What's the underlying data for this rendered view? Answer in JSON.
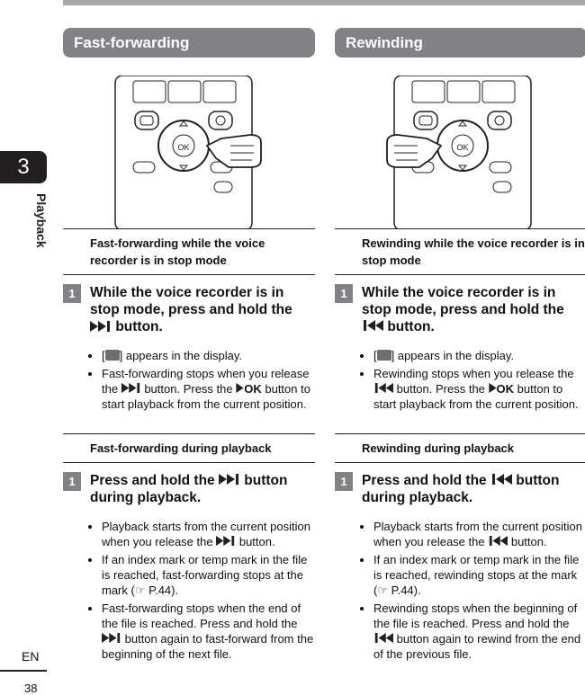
{
  "chapter": {
    "number": "3",
    "label": "Playback"
  },
  "footer": {
    "lang": "EN",
    "page": "38"
  },
  "left": {
    "header": "Fast-forwarding",
    "sub1": "Fast-forwarding while the voice recorder is in stop mode",
    "step1": {
      "num": "1",
      "pre": "While the voice recorder is in stop mode, press and hold the",
      "post": "button."
    },
    "b1_a_pre": "[",
    "b1_a_post": "] appears in the display.",
    "b1_b_1": "Fast-forwarding stops when you release the",
    "b1_b_2": "button. Press the",
    "b1_b_ok": "OK",
    "b1_b_3": "button to start playback from the current position.",
    "sub2": "Fast-forwarding during playback",
    "step2": {
      "num": "1",
      "pre": "Press and hold the",
      "post": "button during playback."
    },
    "b2_a_1": "Playback starts from the current position when you release the",
    "b2_a_2": "button.",
    "b2_b": "If an index mark or temp mark in the file is reached, fast-forwarding stops at the mark (☞ P.44).",
    "b2_c_1": "Fast-forwarding stops when the end of the file is reached. Press and hold the",
    "b2_c_2": "button again to fast-forward from the beginning of the next file."
  },
  "right": {
    "header": "Rewinding",
    "sub1": "Rewinding while the voice recorder is in stop mode",
    "step1": {
      "num": "1",
      "pre": "While the voice recorder is in stop mode, press and hold the",
      "post": "button."
    },
    "b1_a_pre": "[",
    "b1_a_post": "] appears in the display.",
    "b1_b_1": "Rewinding stops when you release the",
    "b1_b_2": "button. Press the",
    "b1_b_ok": "OK",
    "b1_b_3": "button to start playback from the current position.",
    "sub2": "Rewinding during playback",
    "step2": {
      "num": "1",
      "pre": "Press and hold the",
      "post": "button during playback."
    },
    "b2_a_1": "Playback starts from the current position when you release the",
    "b2_a_2": "button.",
    "b2_b": "If an index mark or temp mark in the file is reached, rewinding stops at the mark (☞ P.44).",
    "b2_c_1": "Rewinding stops when the beginning of the file is reached. Press and hold the",
    "b2_c_2": "button again to rewind from the end of the previous file."
  },
  "device": {
    "ok_label": "OK"
  },
  "icons": {
    "ffwd": "fast-forward-icon",
    "rew": "rewind-icon",
    "play": "play-icon"
  },
  "colors": {
    "accent_gray": "#808285",
    "dark": "#231f20"
  }
}
